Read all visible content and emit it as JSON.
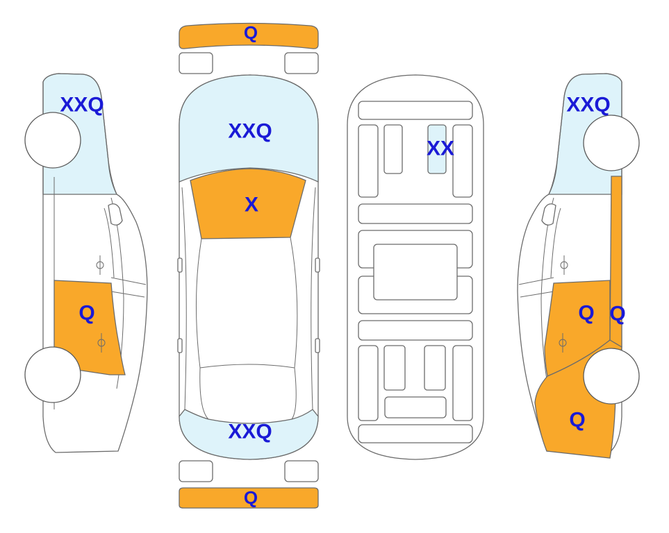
{
  "colors": {
    "damage_fill": "#f9a82a",
    "glass_fill": "#def3fa",
    "code_text": "#1a1ad6",
    "outline": "#6b6b6b"
  },
  "views": {
    "left_side": {
      "roof_code": "XXQ",
      "rear_door_code": "Q"
    },
    "top": {
      "front_bumper_code": "Q",
      "windshield_code": "XXQ",
      "hood_code": "X",
      "rear_glass_code": "XXQ",
      "rear_bumper_code": "Q"
    },
    "interior": {
      "seat_code": "XX"
    },
    "right_side": {
      "roof_code": "XXQ",
      "rear_door_code": "Q",
      "pillar_code": "Q",
      "quarter_panel_code": "Q"
    }
  },
  "icons": {
    "door_handle": "door-handle-icon",
    "mirror": "side-mirror-icon"
  }
}
